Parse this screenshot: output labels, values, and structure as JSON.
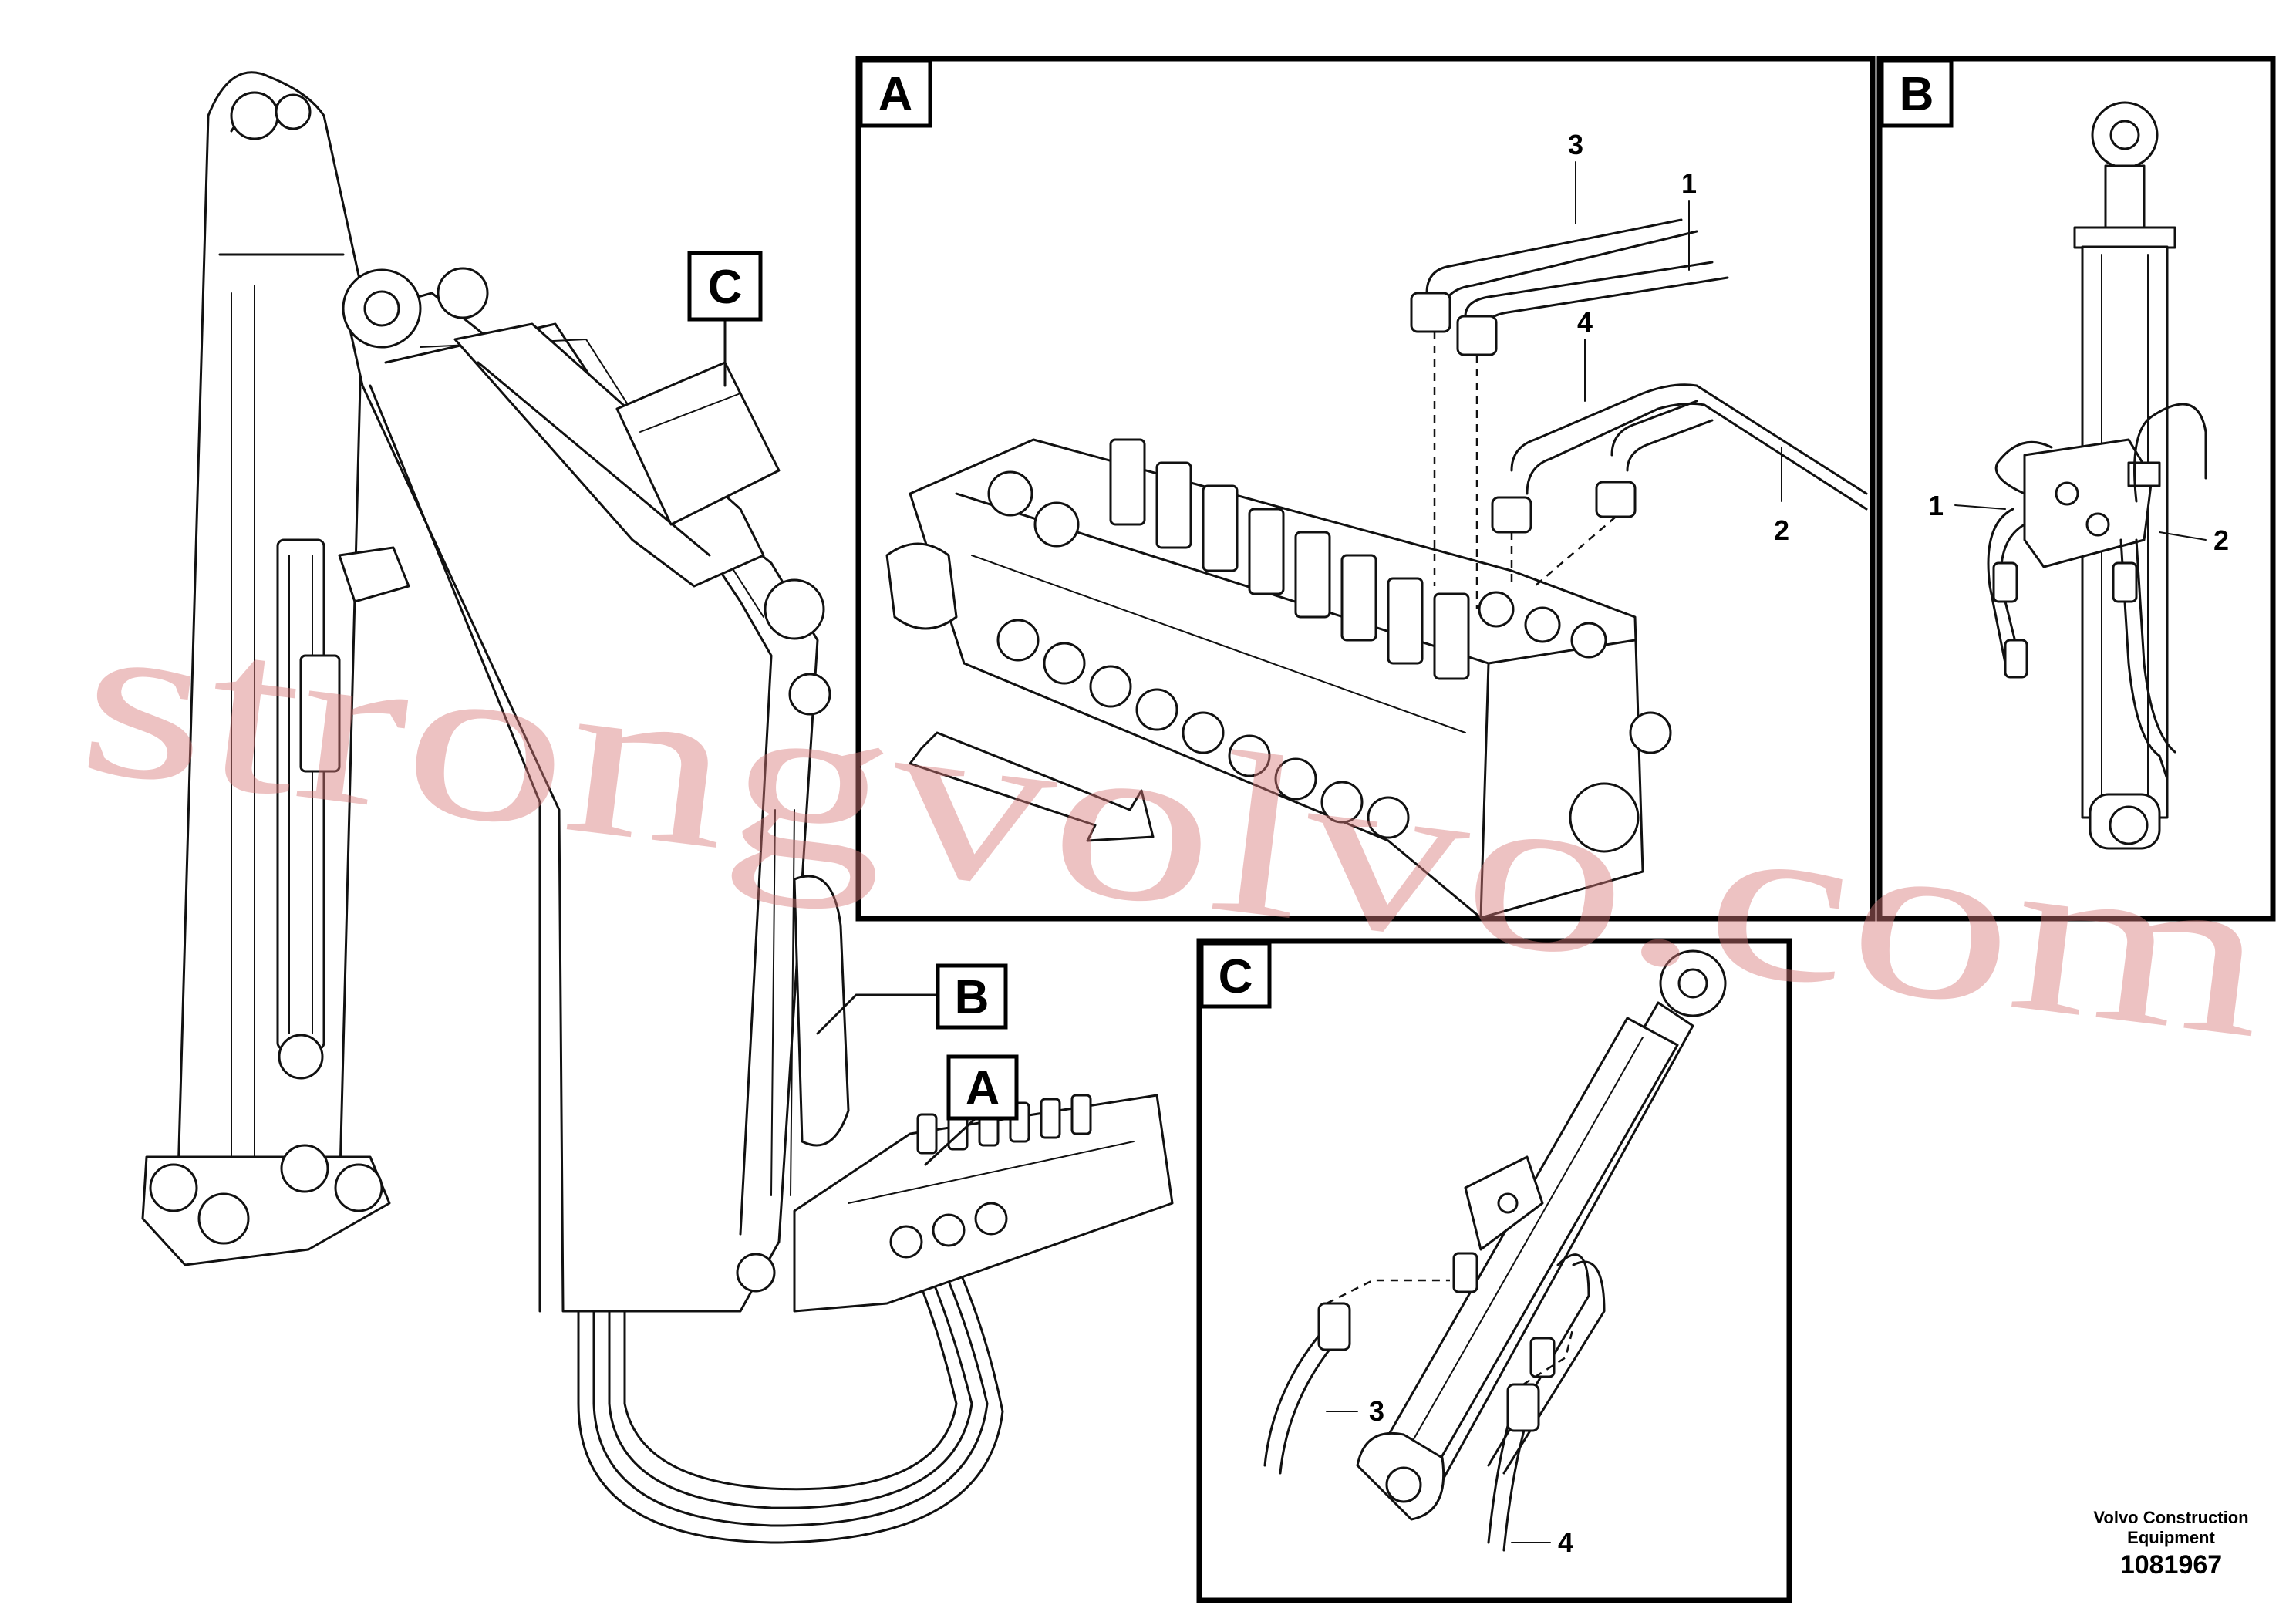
{
  "views": {
    "overview_tag_a": "A",
    "overview_tag_b": "B",
    "overview_tag_c": "C",
    "detail_a": {
      "tag": "A",
      "callouts": [
        "3",
        "1",
        "4",
        "2"
      ]
    },
    "detail_b": {
      "tag": "B",
      "callouts": [
        "1",
        "2"
      ]
    },
    "detail_c": {
      "tag": "C",
      "callouts": [
        "3",
        "4"
      ]
    }
  },
  "footer": {
    "company_line1": "Volvo Construction",
    "company_line2": "Equipment",
    "drawing_number": "1081967"
  },
  "watermark": "strongvolvo.com"
}
